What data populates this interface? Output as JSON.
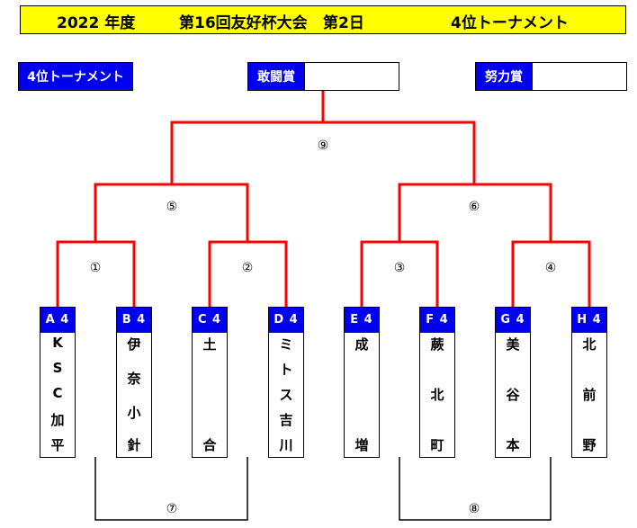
{
  "header": {
    "year": "2022 年度",
    "tournament": "第16回友好杯大会",
    "day": "第2日",
    "bracket": "4位トーナメント"
  },
  "top_labels": {
    "bracket_label": "4位トーナメント",
    "fighting_spirit_award": "敢闘賞",
    "effort_award": "努力賞"
  },
  "matches": [
    "①",
    "②",
    "③",
    "④",
    "⑤",
    "⑥",
    "⑦",
    "⑧",
    "⑨"
  ],
  "teams": [
    {
      "code": "A 4",
      "name": [
        "K",
        "S",
        "C",
        "加",
        "平"
      ]
    },
    {
      "code": "B 4",
      "name": [
        "伊",
        "奈",
        "小",
        "針"
      ]
    },
    {
      "code": "C 4",
      "name": [
        "土",
        "合"
      ]
    },
    {
      "code": "D 4",
      "name": [
        "ミ",
        "ト",
        "ス",
        "吉",
        "川"
      ]
    },
    {
      "code": "E 4",
      "name": [
        "成",
        "増"
      ]
    },
    {
      "code": "F 4",
      "name": [
        "蕨",
        "北",
        "町"
      ]
    },
    {
      "code": "G 4",
      "name": [
        "美",
        "谷",
        "本"
      ]
    },
    {
      "code": "H 4",
      "name": [
        "北",
        "前",
        "野"
      ]
    }
  ],
  "colors": {
    "header_bg": "#ffff00",
    "label_bg": "#0000ee",
    "bracket_line": "#ff0000"
  }
}
